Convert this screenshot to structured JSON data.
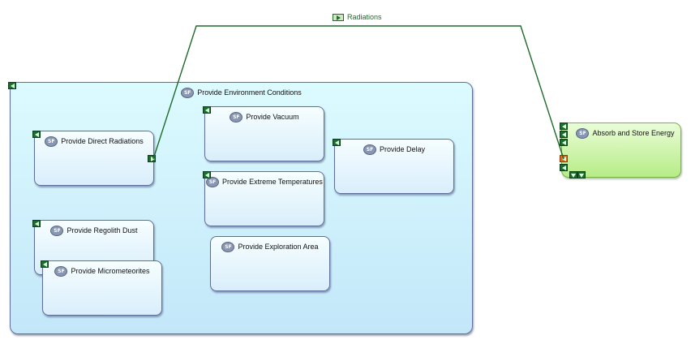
{
  "flow": {
    "label": "Radiations",
    "icon": "flow-icon",
    "color": "#1f6b2a"
  },
  "functions": {
    "container": {
      "label": "Provide Environment Conditions",
      "badge": "SF"
    },
    "direct_radiations": {
      "label": "Provide Direct Radiations",
      "badge": "SF"
    },
    "vacuum": {
      "label": "Provide Vacuum",
      "badge": "SF"
    },
    "delay": {
      "label": "Provide Delay",
      "badge": "SF"
    },
    "extreme_temperatures": {
      "label": "Provide Extreme Temperatures",
      "badge": "SF"
    },
    "regolith_dust": {
      "label": "Provide Regolith Dust",
      "badge": "SF"
    },
    "micrometeorites": {
      "label": "Provide Micrometeorites",
      "badge": "SF"
    },
    "exploration_area": {
      "label": "Provide Exploration Area",
      "badge": "SF"
    },
    "absorb_store": {
      "label": "Absorb and Store Energy",
      "badge": "SF"
    }
  },
  "colors": {
    "container_fill": "#c3e7f9",
    "function_border": "#5e6f9c",
    "actor_fill": "#b6ec86",
    "port_green": "#1c6b30",
    "port_orange": "#e06a20",
    "link": "#1f6b2a"
  }
}
